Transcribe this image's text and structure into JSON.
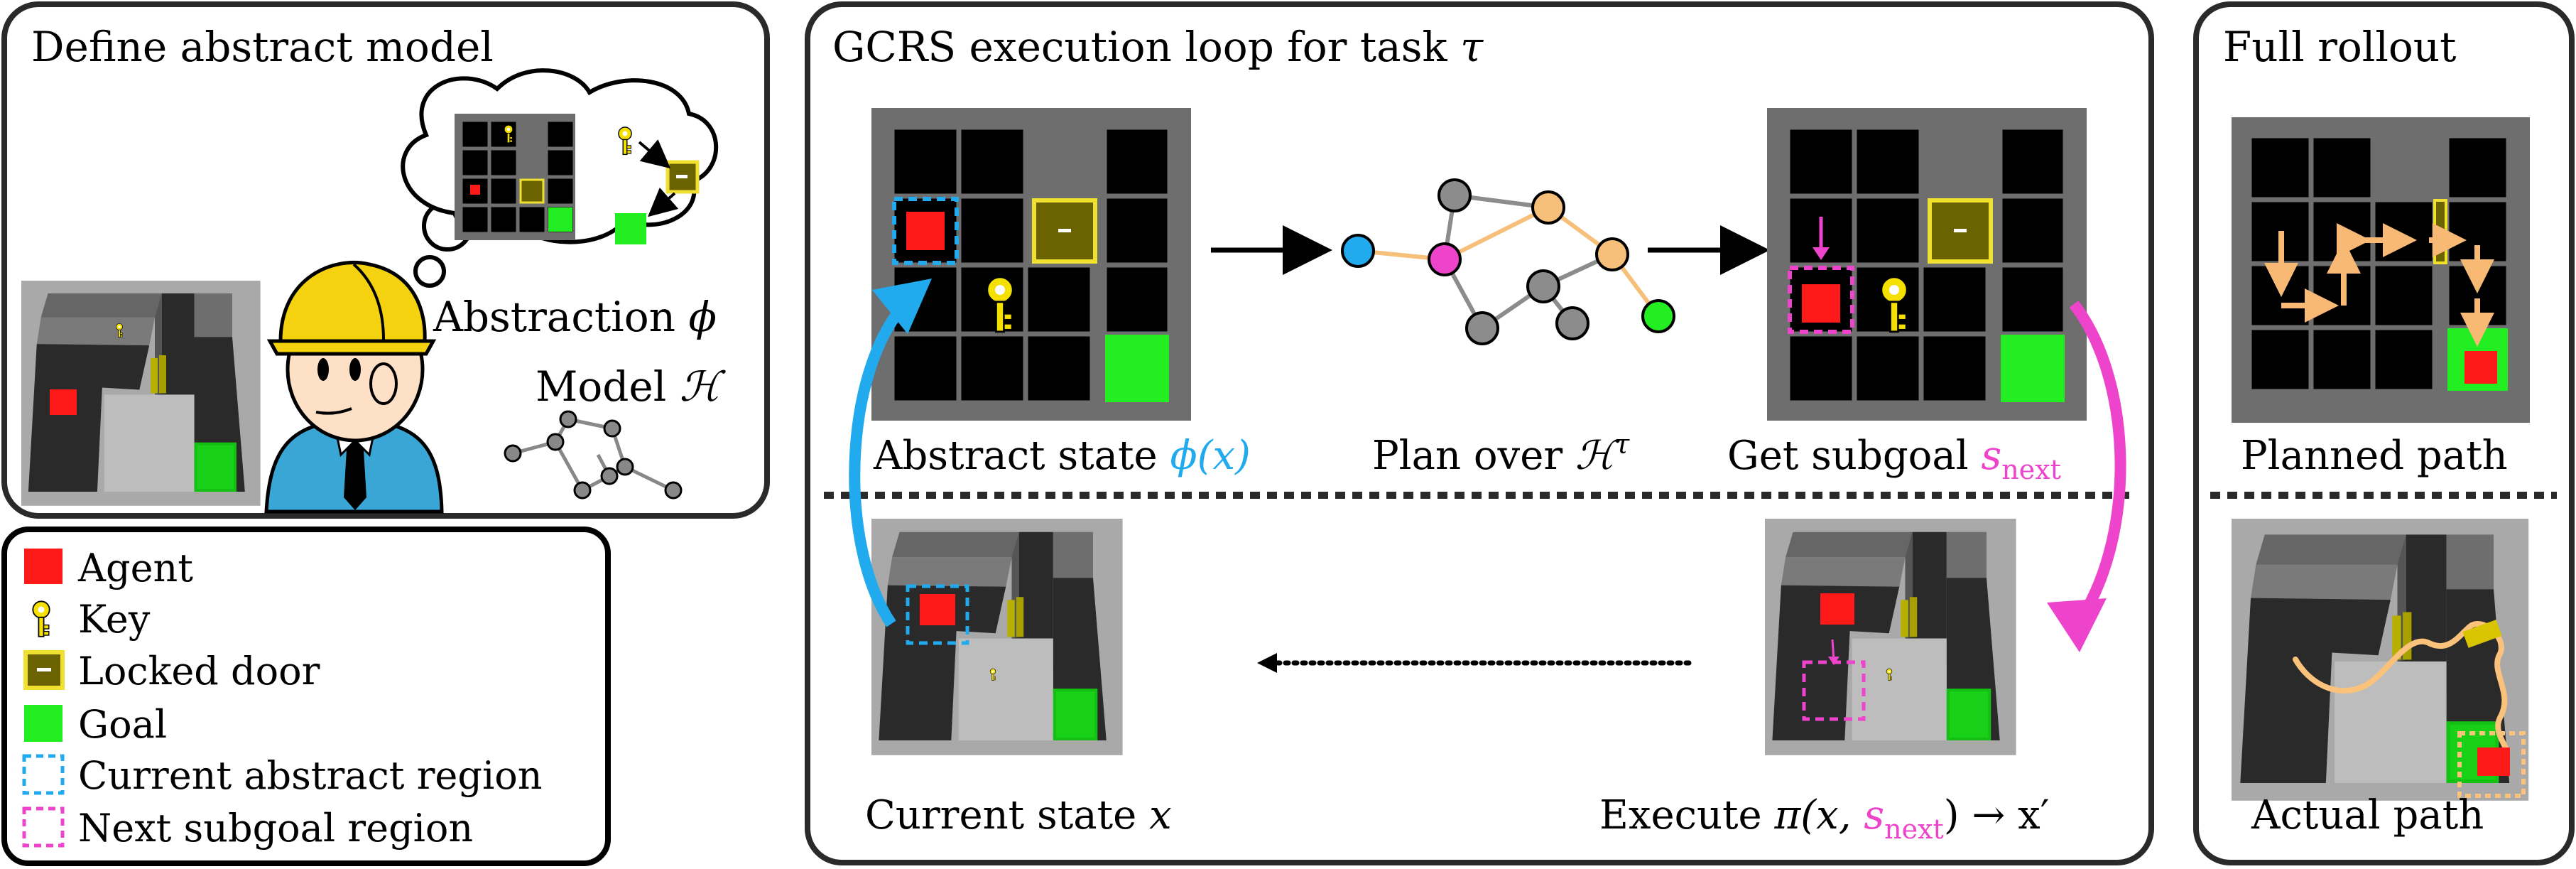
{
  "panels": {
    "abstract_model": {
      "title": "Define abstract model",
      "abstraction_label": "Abstraction",
      "abstraction_symbol": "ϕ",
      "model_label": "Model",
      "model_symbol": "ℋ"
    },
    "execution_loop": {
      "title": "GCRS execution loop for task",
      "title_symbol": "τ",
      "abstract_state_label": "Abstract state",
      "abstract_state_expr": "ϕ(x)",
      "plan_label": "Plan over",
      "plan_symbol": "ℋ",
      "plan_superscript": "τ",
      "subgoal_label": "Get subgoal",
      "subgoal_symbol": "s",
      "subgoal_subscript": "next",
      "current_state_label": "Current state",
      "current_state_symbol": "x",
      "execute_label": "Execute",
      "execute_pi": "π(x, ",
      "execute_s": "s",
      "execute_sub": "next",
      "execute_tail": ") → x′"
    },
    "full_rollout": {
      "title": "Full rollout",
      "planned_label": "Planned path",
      "actual_label": "Actual path"
    }
  },
  "legend": {
    "items": [
      {
        "label": "Agent",
        "icon": "agent-square"
      },
      {
        "label": "Key",
        "icon": "key"
      },
      {
        "label": "Locked door",
        "icon": "locked-door"
      },
      {
        "label": "Goal",
        "icon": "goal-square"
      },
      {
        "label": "Current abstract region",
        "icon": "dashed-blue-square"
      },
      {
        "label": "Next subgoal region",
        "icon": "dashed-magenta-square"
      }
    ]
  },
  "colors": {
    "agent": "#ff1a1a",
    "key": "#f5e000",
    "door_fill": "#6b6300",
    "door_border": "#f0e030",
    "goal": "#22ee22",
    "current_region": "#22aaee",
    "subgoal_region": "#ee44cc",
    "planned_path": "#fbc27c"
  }
}
